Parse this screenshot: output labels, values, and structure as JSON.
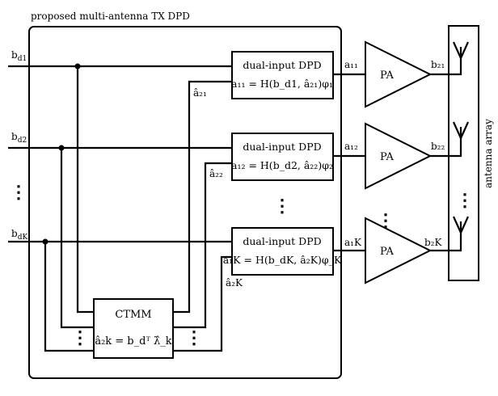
{
  "title": "proposed multi-antenna TX DPD",
  "inputs": [
    {
      "label": "b",
      "sub": "d1"
    },
    {
      "label": "b",
      "sub": "d2"
    },
    {
      "label": "b",
      "sub": "dK"
    }
  ],
  "dpd_blocks": [
    {
      "title": "dual-input DPD",
      "eq": "a₁₁ = H(b_d1, â₂₁)φ₁",
      "feedback": "â₂₁",
      "output": "a₁₁",
      "pa": "PA",
      "pa_out": "b₂₁"
    },
    {
      "title": "dual-input DPD",
      "eq": "a₁₂ = H(b_d2, â₂₂)φ₂",
      "feedback": "â₂₂",
      "output": "a₁₂",
      "pa": "PA",
      "pa_out": "b₂₂"
    },
    {
      "title": "dual-input DPD",
      "eq": "a₁K = H(b_dK, â₂K)φ_K",
      "feedback": "â₂K",
      "output": "a₁K",
      "pa": "PA",
      "pa_out": "b₂K"
    }
  ],
  "ctmm": {
    "title": "CTMM",
    "eq": "â₂k = b_dᵀ λ̂_k"
  },
  "antenna_label": "antenna array",
  "ellipsis": "⋮"
}
